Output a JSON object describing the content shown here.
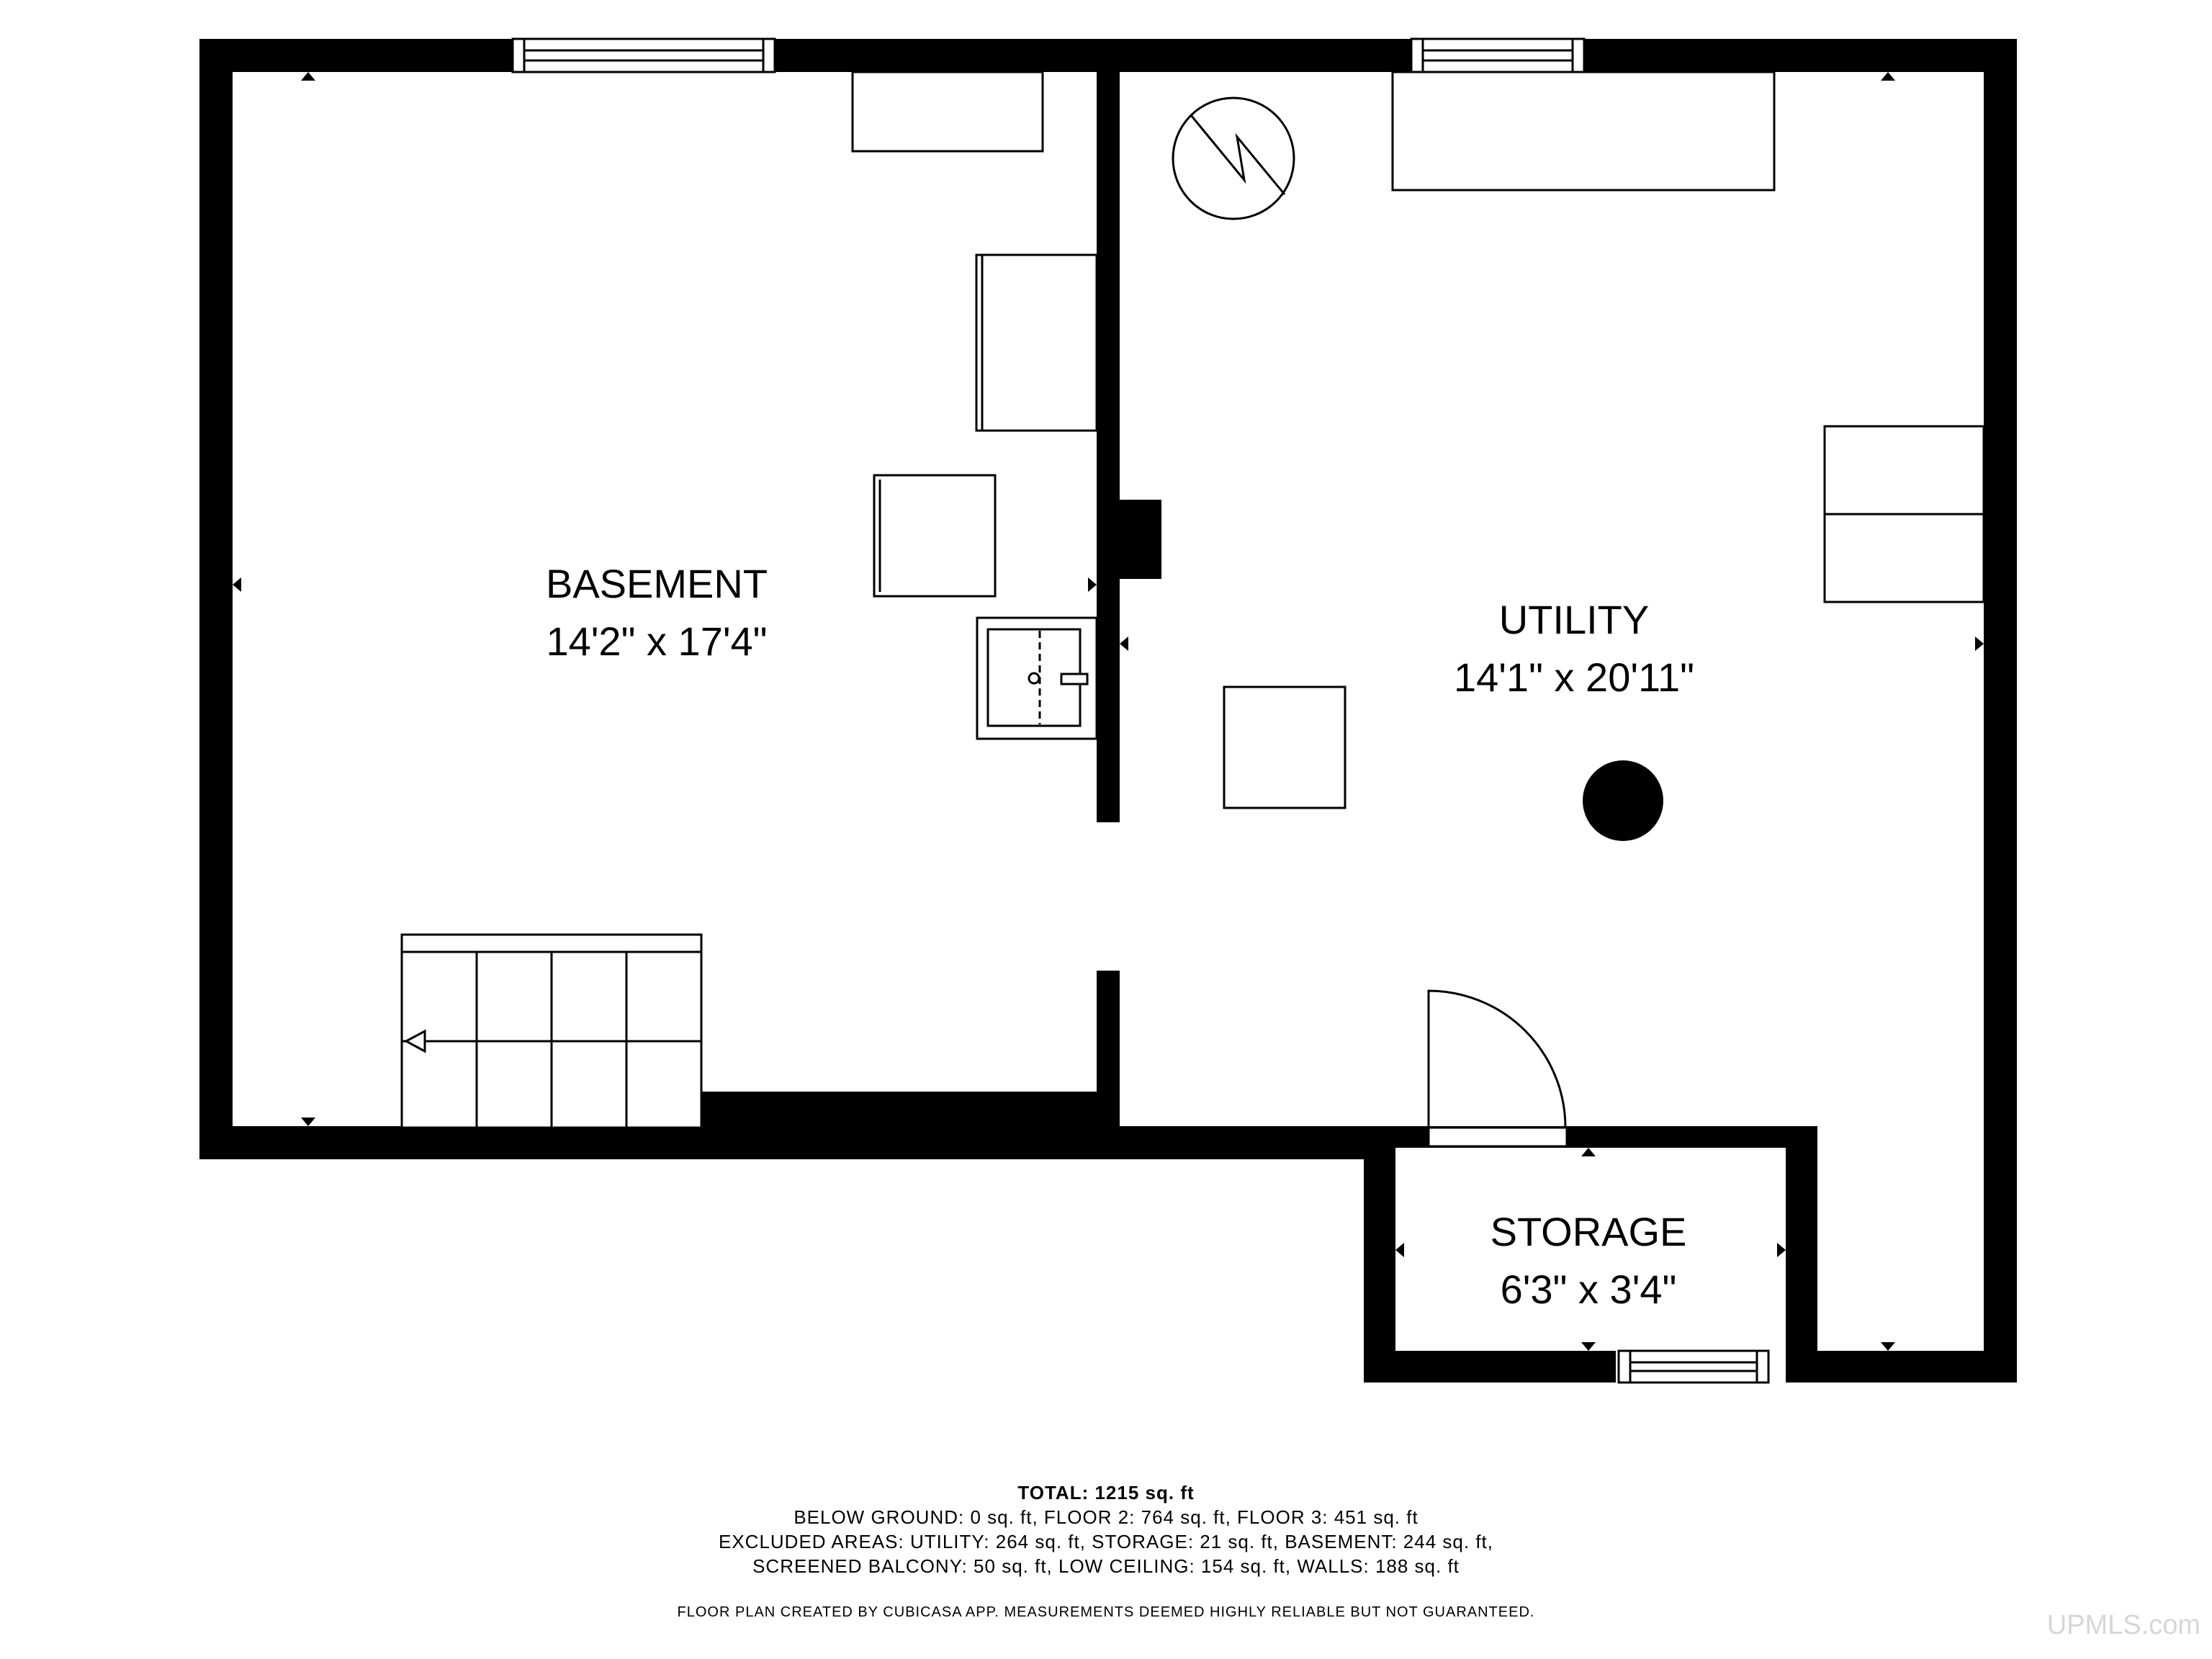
{
  "rooms": {
    "basement": {
      "name": "BASEMENT",
      "dimensions": "14'2\" x 17'4\""
    },
    "utility": {
      "name": "UTILITY",
      "dimensions": "14'1\" x 20'11\""
    },
    "storage": {
      "name": "STORAGE",
      "dimensions": "6'3\" x 3'4\""
    }
  },
  "footer": {
    "total": "TOTAL: 1215 sq. ft",
    "line1": "BELOW GROUND: 0 sq. ft, FLOOR 2: 764 sq. ft, FLOOR 3: 451 sq. ft",
    "line2": "EXCLUDED AREAS: UTILITY: 264 sq. ft, STORAGE: 21 sq. ft, BASEMENT: 244 sq. ft,",
    "line3": "SCREENED BALCONY: 50 sq. ft, LOW CEILING: 154 sq. ft, WALLS: 188 sq. ft",
    "disclaimer": "FLOOR PLAN CREATED BY CUBICASA APP. MEASUREMENTS DEEMED HIGHLY RELIABLE BUT NOT GUARANTEED."
  },
  "watermark": "UPMLS.com"
}
